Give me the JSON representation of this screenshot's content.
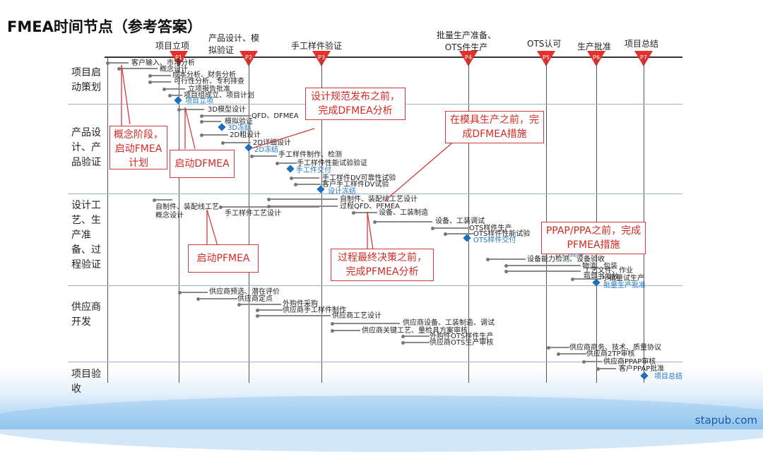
{
  "title": "FMEA时间节点（参考答案）",
  "watermark": "stapub.com",
  "phases": [
    {
      "label": "项目立项",
      "code": "P1"
    },
    {
      "label": "产品设计、模拟验证",
      "code": "P2"
    },
    {
      "label": "手工样件验证",
      "code": "P3"
    },
    {
      "label": "批量生产准备、OTS件生产",
      "code": "P4"
    },
    {
      "label": "OTS认可",
      "code": "P5"
    },
    {
      "label": "生产批准",
      "code": "P6"
    },
    {
      "label": "项目总结",
      "code": "P7"
    }
  ],
  "rows": [
    {
      "label": "项目启动策划"
    },
    {
      "label": "产品设计、产品验证"
    },
    {
      "label": "设计工艺、生产准备、过程验证"
    },
    {
      "label": "供应商开发"
    },
    {
      "label": "项目验收"
    }
  ],
  "tasks": [
    "客户输入、市场分析",
    "概念设计",
    "成本分析、财务分析",
    "可行性分析、专利排查",
    "立项报告批准",
    "项目组成立、项目计划",
    "3D模型设计",
    "QFD、DFMEA",
    "模拟验证",
    "2D粗设计",
    "2D详细设计",
    "手工样件制作、检测",
    "手工样件性能试验验证",
    "手工样件DV可靠性试验",
    "客户手工样件DV试验",
    "自制件、装配线工艺概念设计",
    "手工样件工艺设计",
    "自制件、装配线工艺设计",
    "过程QFD、PFMEA",
    "设备、工装制造",
    "设备、工装调试",
    "OTS样件生产",
    "OTS样件性能试验",
    "设备能力检测、设备验收",
    "物流、包装",
    "工艺文件、作业指导书发放",
    "小批量试生产",
    "供应商预选、潜在评价",
    "供应商定点",
    "外购件采购",
    "供应商手工样件制作",
    "供应商工艺设计",
    "供应商设备、工装制造、调试",
    "供应商关键工艺、量检具方案审核",
    "外购件OTS样件生产",
    "供应商OTS生产审核",
    "供应商商务、技术、质量协议",
    "供应商2TP审核",
    "供应商PPAP审核",
    "客户PPAP批准"
  ],
  "milestones": [
    "项目立项",
    "3D冻结",
    "2D冻结",
    "手工件交付",
    "设计冻结",
    "OTS样件交付",
    "OTS批准",
    "批量生产批准",
    "项目总结"
  ],
  "callouts": [
    "概念阶段，启动FMEA计划",
    "启动DFMEA",
    "设计规范发布之前，完成DFMEA分析",
    "在模具生产之前，完成DFMEA措施",
    "启动PFMEA",
    "过程最终决策之前，完成PFMEA分析",
    "PPAP/PPA之前，完成PFMEA措施"
  ],
  "colors": {
    "accent_red": "#e8302a",
    "callout_text": "#d22a22",
    "milestone_blue": "#1f6fc0",
    "task_line": "#8a8a8a"
  }
}
